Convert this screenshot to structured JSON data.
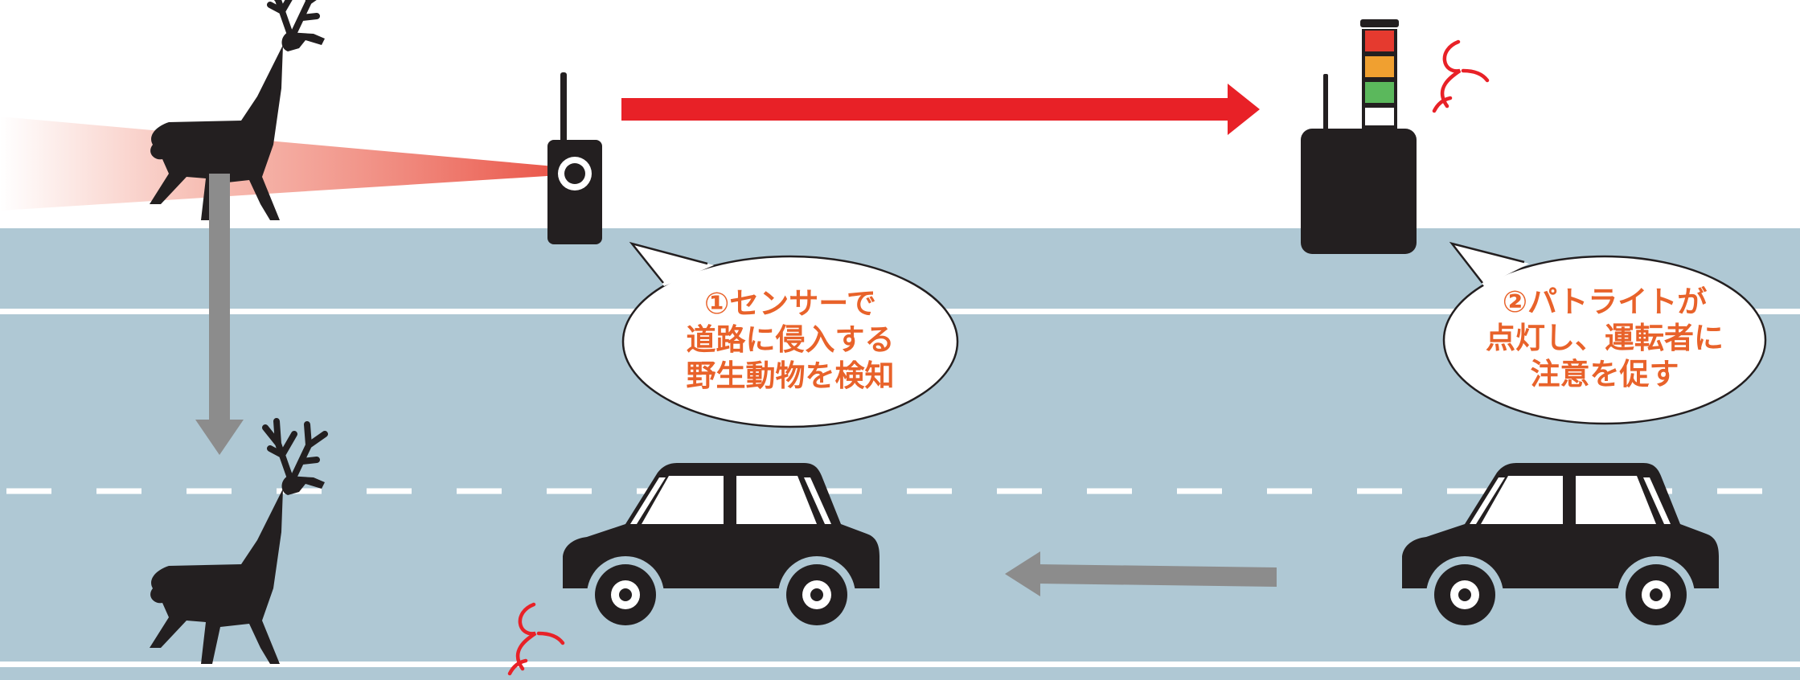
{
  "bubble1": {
    "lines": [
      "①センサーで",
      "道路に侵入する",
      "野生動物を検知"
    ]
  },
  "bubble2": {
    "lines": [
      "②パトライトが",
      "点灯し、運転者に",
      "注意を促す"
    ]
  },
  "colors": {
    "road": "#afc8d4",
    "lane": "#ffffff",
    "silhouette": "#231f20",
    "red_arrow": "#e82127",
    "gray_arrow": "#8c8c8c",
    "bubble_text": "#e8622a",
    "light_red": "#e53a2f",
    "light_amber": "#f0a030",
    "light_green": "#5bb85c"
  },
  "icons": [
    "deer-icon",
    "sensor-icon",
    "patlite-icon",
    "car-icon",
    "surprise-mark-icon"
  ]
}
